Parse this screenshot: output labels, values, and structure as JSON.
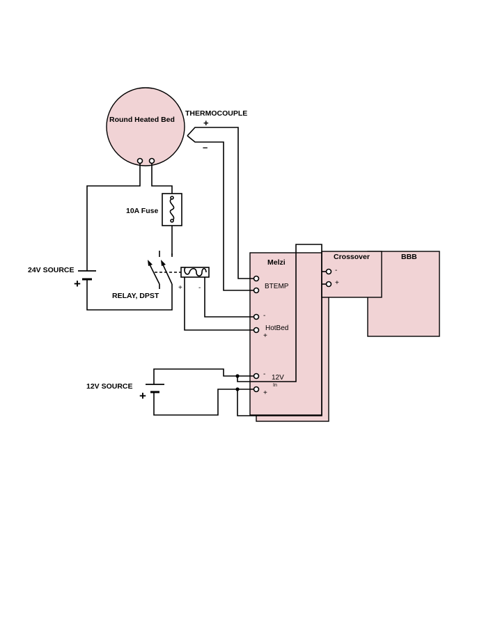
{
  "labels": {
    "heated_bed": "Round Heated Bed",
    "thermocouple": "THERMOCOUPLE",
    "thermo_plus": "+",
    "thermo_minus": "–",
    "fuse": "10A Fuse",
    "source_24v": "24V SOURCE",
    "source_24v_plus": "+",
    "relay": "RELAY, DPST",
    "relay_plus": "+",
    "relay_minus": "-",
    "source_12v": "12V SOURCE",
    "source_12v_plus": "+",
    "melzi": "Melzi",
    "btemp": "BTEMP",
    "hotbed": "HotBed",
    "hotbed_minus": "-",
    "hotbed_plus": "+",
    "v12_in": "12V",
    "v12_in_sub": "In",
    "v12_minus": "-",
    "v12_plus": "+",
    "crossover": "Crossover",
    "crossover_minus": "-",
    "crossover_plus": "+",
    "bbb": "BBB"
  },
  "colors": {
    "component_fill": "#f1d3d5",
    "line": "#000000",
    "background": "#ffffff"
  }
}
